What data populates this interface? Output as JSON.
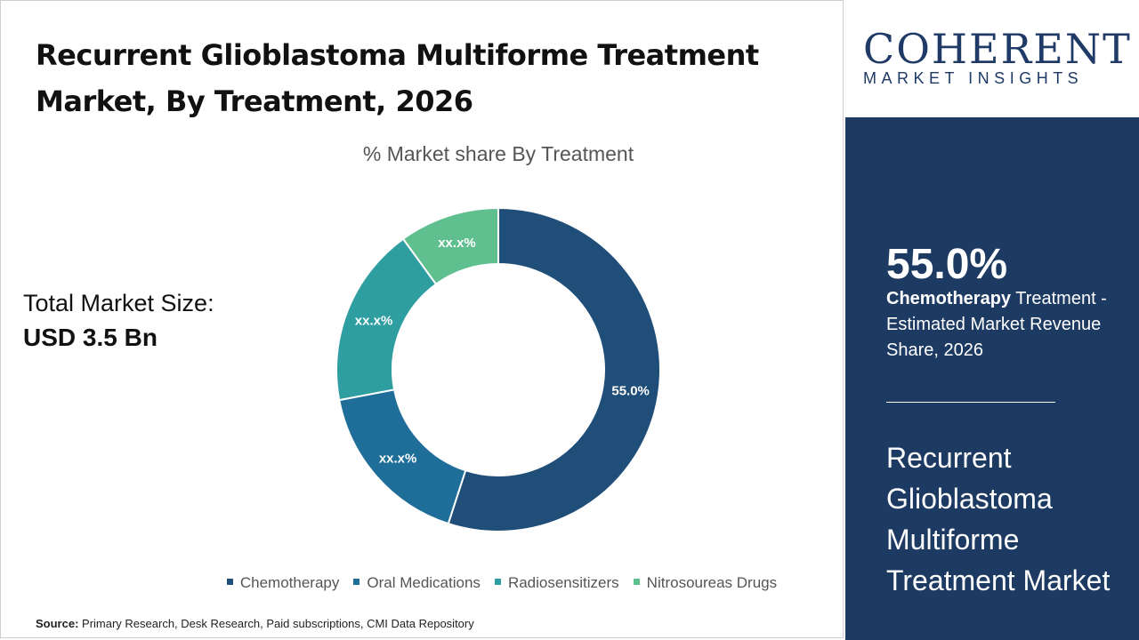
{
  "header": {
    "title": "Recurrent Glioblastoma Multiforme Treatment Market, By Treatment, 2026"
  },
  "total_market": {
    "label": "Total Market Size:",
    "value": "USD 3.5 Bn"
  },
  "chart_data": {
    "type": "pie",
    "subtitle": "% Market share By Treatment",
    "hole": "donut",
    "legend_position": "bottom",
    "slices": [
      {
        "name": "Chemotherapy",
        "value": 55.0,
        "label": "55.0%",
        "color": "#1f4e79"
      },
      {
        "name": "Oral Medications",
        "value": 17.0,
        "label": "xx.x%",
        "color": "#1f6e99"
      },
      {
        "name": "Radiosensitizers",
        "value": 18.0,
        "label": "xx.x%",
        "color": "#2e9ea0"
      },
      {
        "name": "Nitrosoureas Drugs",
        "value": 10.0,
        "label": "xx.x%",
        "color": "#5fbf8f"
      }
    ]
  },
  "source": {
    "prefix": "Source:",
    "text": "Primary Research, Desk Research, Paid subscriptions, CMI Data Repository"
  },
  "brand": {
    "name": "COHERENT",
    "tagline": "MARKET INSIGHTS"
  },
  "highlight": {
    "percent": "55.0%",
    "segment": "Chemotherapy",
    "text": " Treatment - Estimated Market Revenue Share, 2026"
  },
  "side_title": "Recurrent Glioblastoma Multiforme Treatment Market"
}
